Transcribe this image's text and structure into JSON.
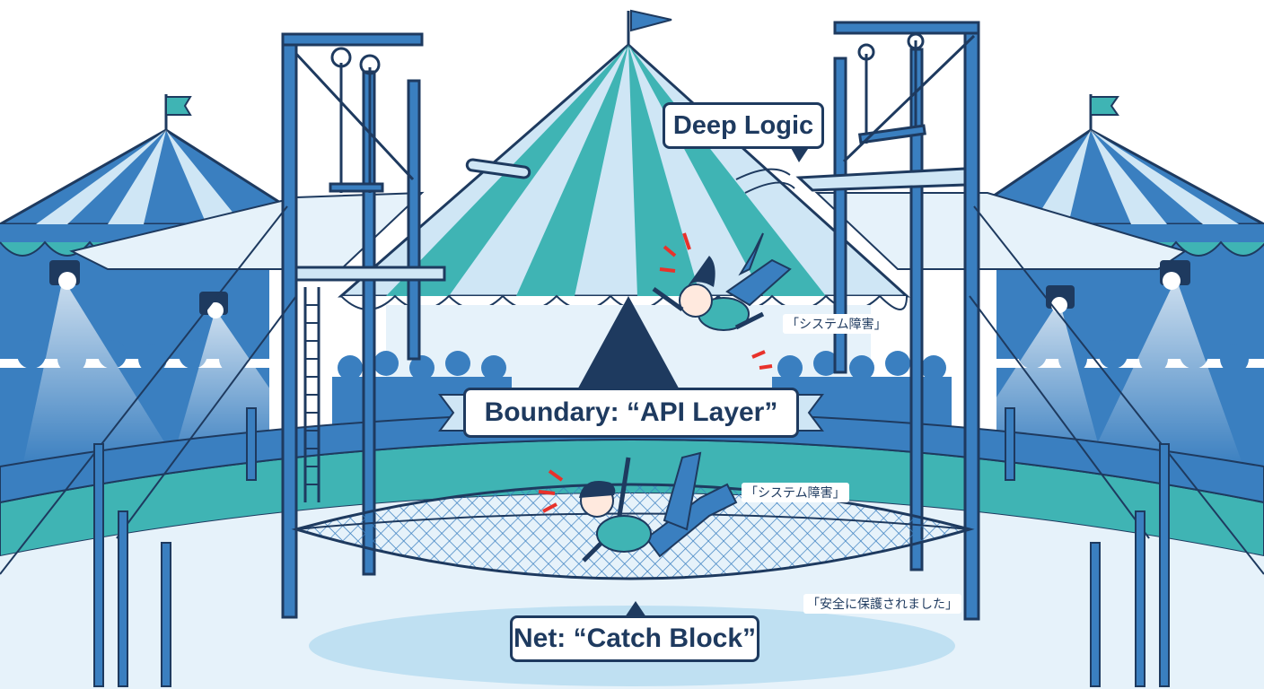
{
  "labels": {
    "deep_logic": "Deep Logic",
    "boundary": "Boundary: “API Layer”",
    "net": "Net: “Catch Block”"
  },
  "captions": {
    "failure_upper": "「システム障害」",
    "failure_lower": "「システム障害」",
    "protected": "「安全に保護されました」"
  },
  "colors": {
    "outline": "#1e3a5f",
    "teal": "#3fb4b4",
    "blue": "#3a7fc0",
    "light_blue": "#cfe6f5",
    "alert_red": "#e8322b"
  }
}
